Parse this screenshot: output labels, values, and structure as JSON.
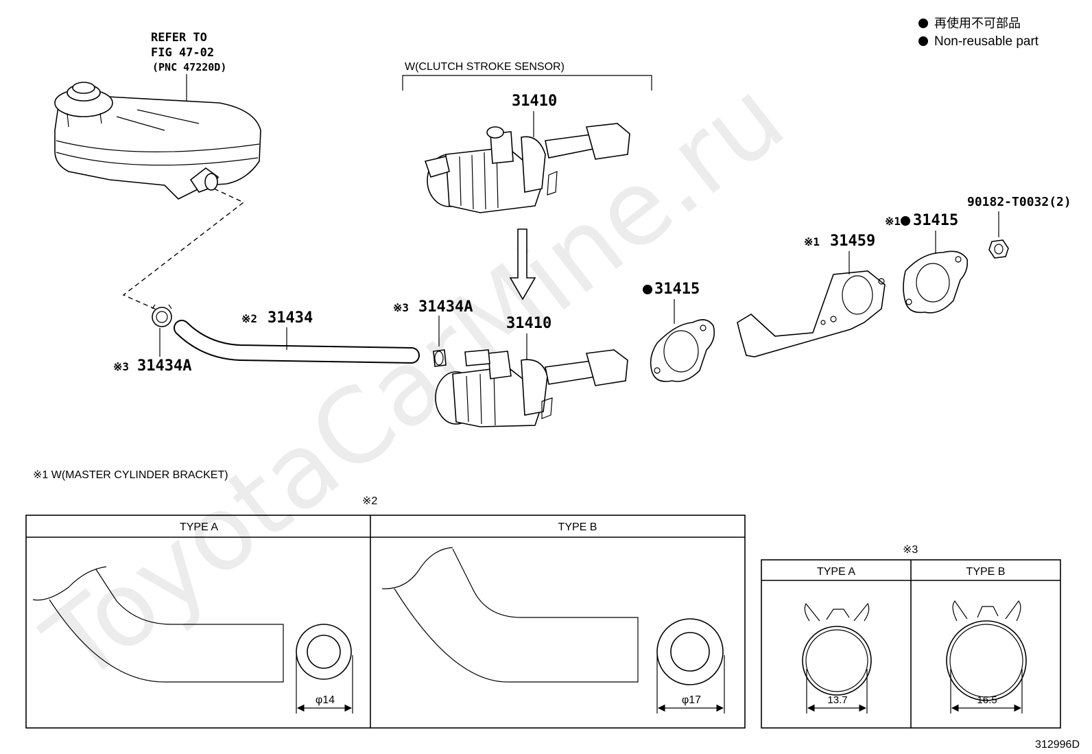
{
  "legend": {
    "jp": "再使用不可部品",
    "en": "Non-reusable part"
  },
  "reservoir_ref": {
    "line1": "REFER TO",
    "line2": "FIG 47-02",
    "line3": "(PNC 47220D)"
  },
  "clutch_sensor_header": "W(CLUTCH STROKE SENSOR)",
  "labels": {
    "upper_cylinder": "31410",
    "lower_cylinder": "31410",
    "hose_mark": "※2",
    "hose": "31434",
    "clamp_right_mark": "※3",
    "clamp_right": "31434A",
    "clamp_left_mark": "※3",
    "clamp_left": "31434A",
    "gasket_front": "31415",
    "bracket_mark": "※1",
    "bracket": "31459",
    "gasket_rear_mark": "※1",
    "gasket_rear": "31415",
    "nut": "90182-T0032(2)"
  },
  "note1": "※1  W(MASTER CYLINDER BRACKET)",
  "box2": {
    "mark": "※2",
    "type_a": "TYPE A",
    "type_b": "TYPE B",
    "dim_a": "φ14",
    "dim_b": "φ17"
  },
  "box3": {
    "mark": "※3",
    "type_a": "TYPE A",
    "type_b": "TYPE B",
    "dim_a": "13.7",
    "dim_b": "16.5"
  },
  "watermark": "ToyotaCarMine.ru",
  "drawing_id": "312996D"
}
